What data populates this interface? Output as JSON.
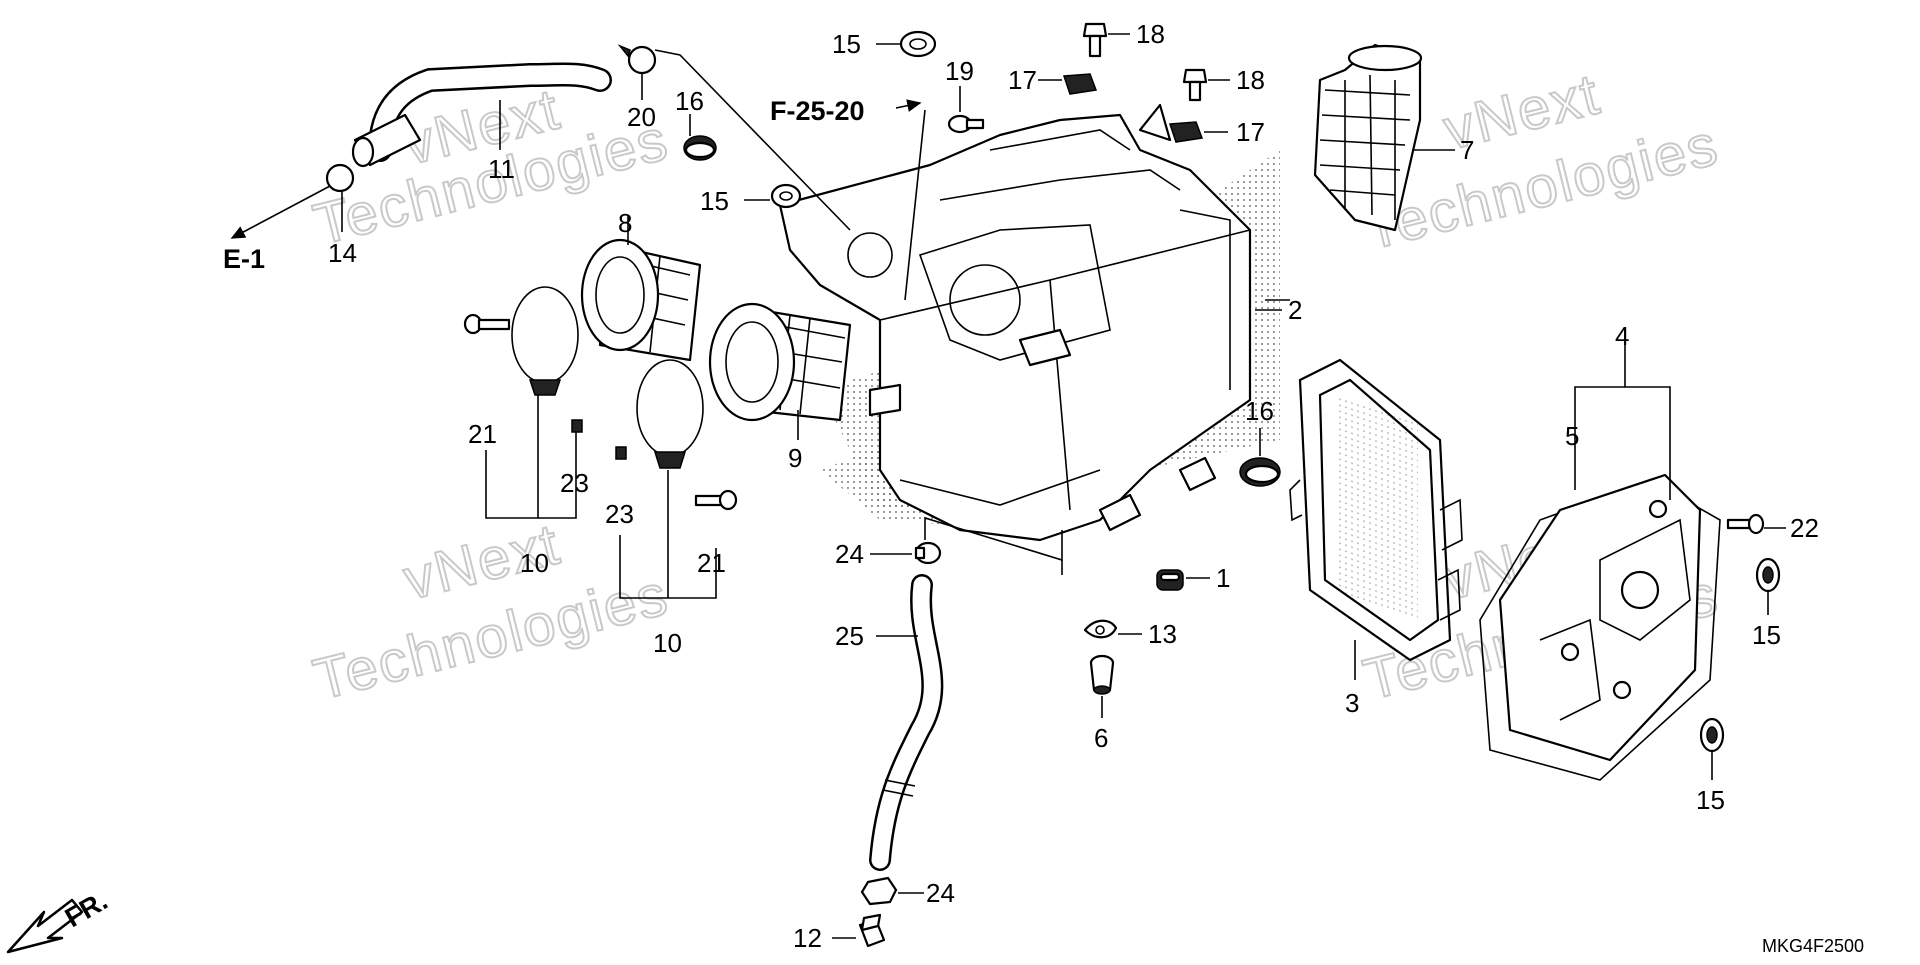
{
  "diagram": {
    "drawing_code": "MKG4F2500",
    "references": {
      "e1": "E-1",
      "f25_20": "F-25-20",
      "front": "FR."
    },
    "watermark": {
      "line1": "vNext",
      "line2": "Technologies"
    },
    "callouts": {
      "c1": "1",
      "c2": "2",
      "c3": "3",
      "c4": "4",
      "c5": "5",
      "c6": "6",
      "c7": "7",
      "c8": "8",
      "c9": "9",
      "c10a": "10",
      "c10b": "10",
      "c11": "11",
      "c12": "12",
      "c13": "13",
      "c14": "14",
      "c15a": "15",
      "c15b": "15",
      "c15c": "15",
      "c15d": "15",
      "c16a": "16",
      "c16b": "16",
      "c17a": "17",
      "c17b": "17",
      "c18a": "18",
      "c18b": "18",
      "c19": "19",
      "c20": "20",
      "c21a": "21",
      "c21b": "21",
      "c22": "22",
      "c23a": "23",
      "c23b": "23",
      "c24a": "24",
      "c24b": "24",
      "c25": "25"
    }
  }
}
